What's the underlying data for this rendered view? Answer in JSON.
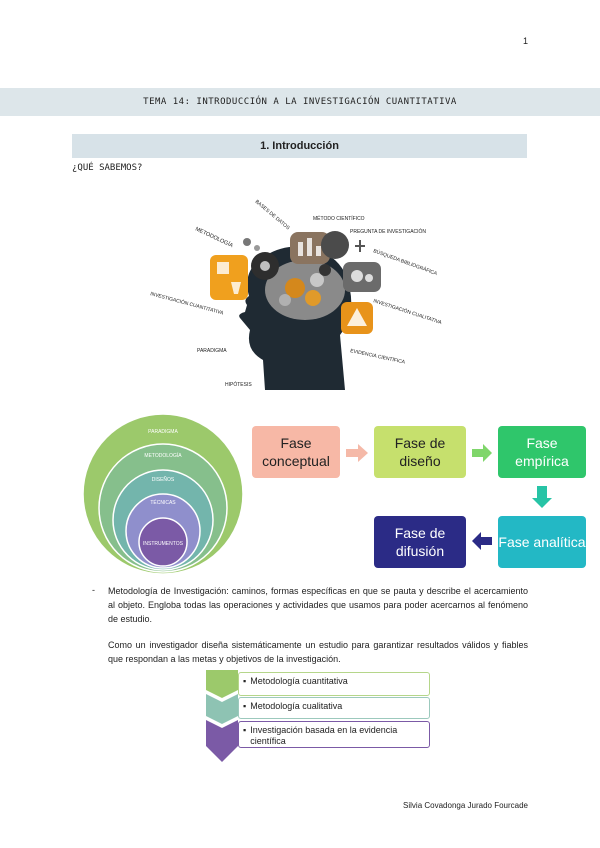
{
  "page_number": "1",
  "title": "TEMA 14: INTRODUCCIÓN A LA INVESTIGACIÓN CUANTITATIVA",
  "section_heading": "1.   Introducción",
  "subheading": "¿QUÉ SABEMOS?",
  "head_labels": {
    "metodologia": "METODOLOGÍA",
    "bases_datos": "BASES DE DATOS",
    "metodo_cientifico": "MÉTODO CIENTÍFICO",
    "pregunta": "PREGUNTA DE INVESTIGACIÓN",
    "busqueda": "BÚSQUEDA BIBLIOGRÁFICA",
    "inv_cuantitativa": "INVESTIGACIÓN CUANTITATIVA",
    "inv_cualitativa": "INVESTIGACIÓN CUALITATIVA",
    "paradigma": "PARADIGMA",
    "evidencia": "EVIDENCIA CIENTÍFICA",
    "hipotesis": "HIPÓTESIS"
  },
  "circle_labels": [
    "PARADIGMA",
    "METODOLOGÍA",
    "DISEÑOS",
    "TÉCNICAS",
    "INSTRUMENTOS"
  ],
  "phases": {
    "conceptual": "Fase conceptual",
    "diseno": "Fase de diseño",
    "empirica": "Fase empírica",
    "analitica": "Fase analítica",
    "difusion": "Fase de difusión"
  },
  "paragraph1": "Metodología de Investigación: caminos, formas específicas en que se pauta y describe el acercamiento al objeto. Engloba todas las operaciones y actividades que usamos para poder acercarnos al fenómeno de estudio.",
  "paragraph2": "Como un investigador diseña sistemáticamente un estudio para garantizar resultados válidos y fiables que respondan a las metas y objetivos de la investigación.",
  "methods": [
    "Metodología cuantitativa",
    "Metodología cualitativa",
    "Investigación basada en la evidencia científica"
  ],
  "colors": {
    "title_band": "#dde6ea",
    "circle_outer": "#9cc96b",
    "circle_2": "#86bf8c",
    "circle_3": "#73b5ac",
    "circle_4": "#8f8fcc",
    "circle_inner": "#7b5aa6"
  },
  "footer": "Silvia Covadonga Jurado Fourcade"
}
